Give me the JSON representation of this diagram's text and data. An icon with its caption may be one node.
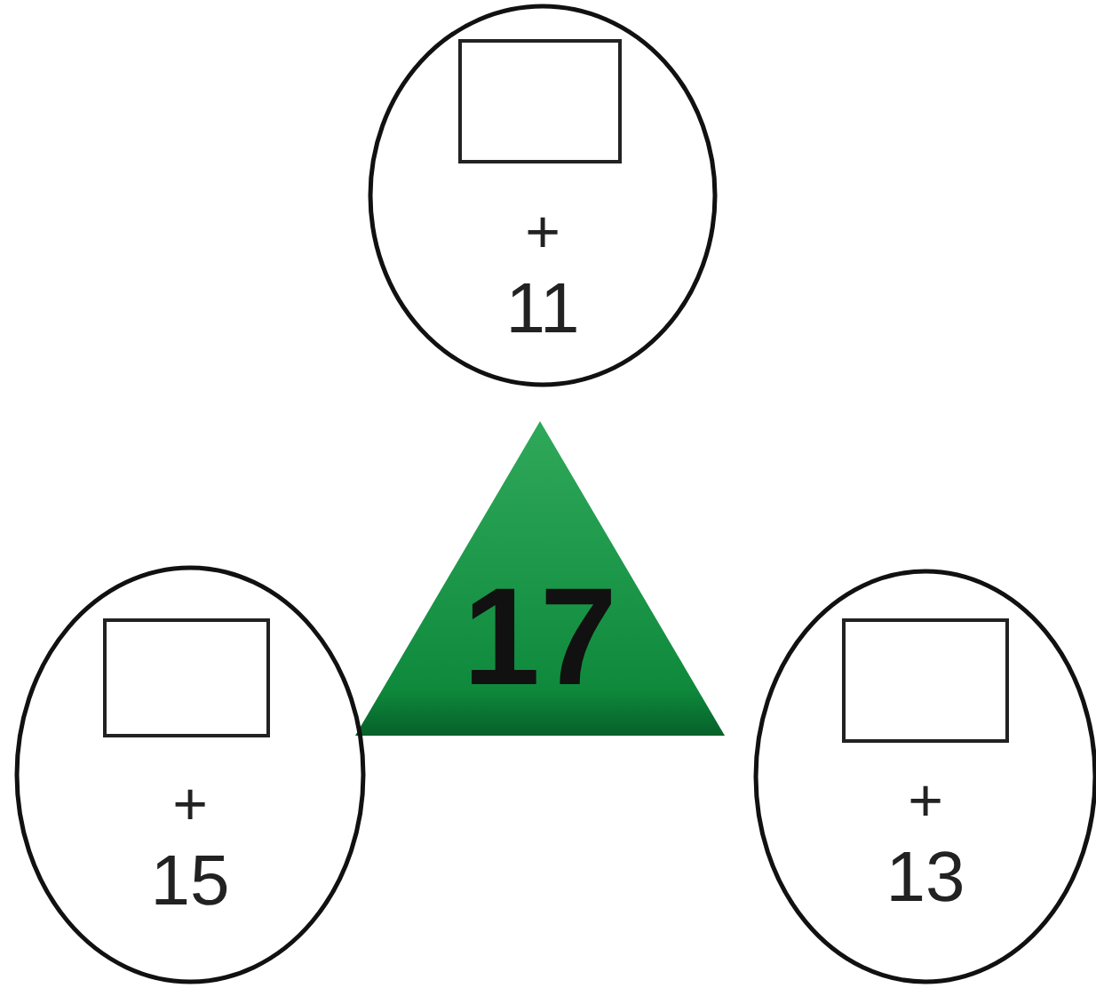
{
  "diagram": {
    "nodes": [
      {
        "text": [
          "+",
          "11"
        ]
      },
      {
        "text": [],
        "shape": "box",
        "in": 0
      },
      {
        "text": [
          "17"
        ]
      },
      {
        "text": [
          "+",
          "15"
        ]
      },
      {
        "text": [],
        "shape": "box",
        "in": 3
      },
      {
        "text": [
          "+",
          "13"
        ]
      },
      {
        "text": [],
        "shape": "box",
        "in": 5
      }
    ]
  }
}
